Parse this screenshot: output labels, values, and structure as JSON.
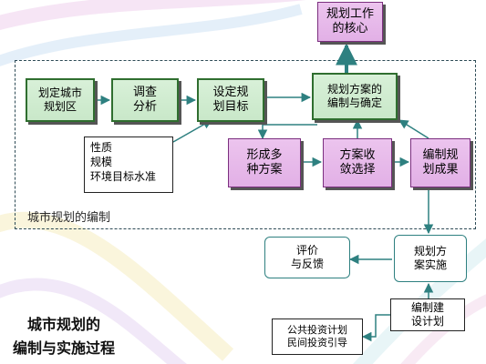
{
  "nodes": {
    "core": "规划工作\n的核心",
    "delimit": "划定城市\n规划区",
    "survey": "调查\n分析",
    "set_goal": "设定规\n划目标",
    "plan_decide": "规划方案的\n编制与确定",
    "alternatives": "形成多\n种方案",
    "converge": "方案收\n敛选择",
    "compile": "编制规\n划成果",
    "attributes": "性质\n规模\n环境目标水准",
    "evaluate": "评价\n与反馈",
    "implement": "规划方\n案实施",
    "construction": "编制建\n设计划",
    "investment": "公共投资计划\n民间投资引导"
  },
  "labels": {
    "region": "城市规划的编制",
    "title": "城市规划的\n编制与实施过程"
  }
}
